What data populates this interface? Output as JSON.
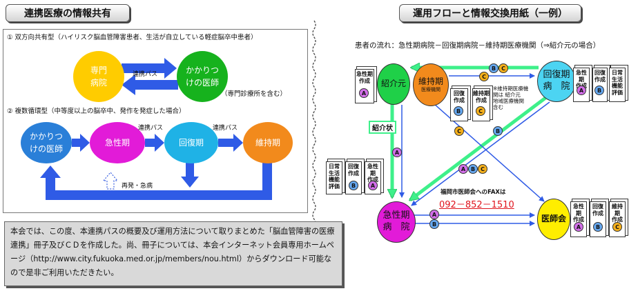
{
  "left": {
    "header": "連携医療の情報共有",
    "section1": "① 双方向共有型（ハイリスク脳血管障害患者、生活が自立している軽症脳卒中患者）",
    "section2": "② 複数循環型（中等度以上の脳卒中、発作を発症した場合）",
    "senmon": [
      "専門",
      "病院"
    ],
    "kakari": [
      "かかりつ",
      "けの医師"
    ],
    "renkei_pass": "連携パス",
    "senmon_note": "（専門診療所を含む）",
    "flow_nodes": [
      {
        "label": [
          "かかりつ",
          "けの医師"
        ],
        "color": "#2a7fd8"
      },
      {
        "label": [
          "急性期"
        ],
        "color": "#e21bd8"
      },
      {
        "label": [
          "回復期"
        ],
        "color": "#1fb2e6"
      },
      {
        "label": [
          "維持期"
        ],
        "color": "#f28a1c"
      }
    ],
    "pass_labels": [
      "連携パス",
      "連携パス"
    ],
    "saihatsu": "再発・急病"
  },
  "right": {
    "header": "運用フローと情報交換用紙（一例）",
    "caption": "患者の流れ：急性期病院－回復期病院－維持期医療機関（⇒紹介元の場合）",
    "nodes": {
      "shokai": "紹介元",
      "iji": [
        "維持期",
        "医療機関"
      ],
      "kaifuku": [
        "回復期",
        "病　院"
      ],
      "kyusei": [
        "急性期",
        "病　院"
      ],
      "ishikai": "医師会"
    },
    "shokaijo": "紹介状",
    "iji_note": [
      "※維持期医療機",
      "関は 紹介元",
      "地域医療機関",
      "含む"
    ],
    "fax_label": "福岡市医師会へのFAXは",
    "fax_number": "092－852－1510",
    "forms": {
      "kyusei": [
        "急性期",
        "作成"
      ],
      "kaifuku": [
        "回復",
        "作成"
      ],
      "iji": [
        "維持期",
        "作成"
      ],
      "nichijo": [
        "日常",
        "生活",
        "機能",
        "評価"
      ]
    }
  },
  "notice": {
    "text": "本会では、この度、本連携パスの概要及び運用方法について取りまとめた「脳血管障害の医療連携」冊子及びＣＤを作成した。尚、冊子については、本会インターネット会員専用ホームページ（http://www.city.fukuoka.med.or.jp/members/nou.html）からダウンロード可能なので是非ご利用いただきたい。"
  },
  "colors": {
    "arrow_blue": "#2f5be6",
    "arrow_green": "#3ef08a",
    "fax_red": "#e0121b",
    "letter_A": "#d26ee8",
    "letter_B": "#66a8f0",
    "letter_C": "#f5b01c"
  }
}
